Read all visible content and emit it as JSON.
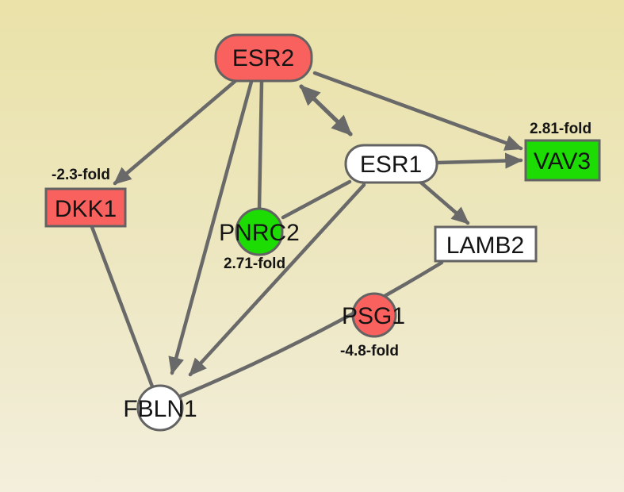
{
  "diagram": {
    "type": "gene-interaction-network",
    "nodes": [
      {
        "id": "ESR2",
        "label": "ESR2",
        "shape": "round-rect",
        "color_key": "downregulated_red",
        "fold_label": ""
      },
      {
        "id": "ESR1",
        "label": "ESR1",
        "shape": "round-rect",
        "color_key": "neutral_white",
        "fold_label": ""
      },
      {
        "id": "VAV3",
        "label": "VAV3",
        "shape": "rect",
        "color_key": "upregulated_green",
        "fold_label": "2.81-fold"
      },
      {
        "id": "DKK1",
        "label": "DKK1",
        "shape": "rect",
        "color_key": "downregulated_red",
        "fold_label": "-2.3-fold"
      },
      {
        "id": "PNRC2",
        "label": "PNRC2",
        "shape": "circle",
        "color_key": "upregulated_green",
        "fold_label": "2.71-fold"
      },
      {
        "id": "LAMB2",
        "label": "LAMB2",
        "shape": "rect",
        "color_key": "neutral_white",
        "fold_label": ""
      },
      {
        "id": "PSG1",
        "label": "PSG1",
        "shape": "circle",
        "color_key": "downregulated_red",
        "fold_label": "-4.8-fold"
      },
      {
        "id": "FBLN1",
        "label": "FBLN1",
        "shape": "circle",
        "color_key": "neutral_white",
        "fold_label": ""
      }
    ],
    "edges": [
      {
        "from": "ESR2",
        "to": "DKK1",
        "style": "arrow"
      },
      {
        "from": "ESR2",
        "to": "FBLN1",
        "style": "arrow"
      },
      {
        "from": "ESR2",
        "to": "PNRC2",
        "style": "line"
      },
      {
        "from": "ESR2",
        "to": "ESR1",
        "style": "double-arrow"
      },
      {
        "from": "ESR2",
        "to": "VAV3",
        "style": "arrow"
      },
      {
        "from": "ESR1",
        "to": "VAV3",
        "style": "arrow"
      },
      {
        "from": "ESR1",
        "to": "LAMB2",
        "style": "arrow"
      },
      {
        "from": "ESR1",
        "to": "FBLN1",
        "style": "arrow"
      },
      {
        "from": "ESR1",
        "to": "PNRC2",
        "style": "line"
      },
      {
        "from": "DKK1",
        "to": "FBLN1",
        "style": "line"
      },
      {
        "from": "LAMB2",
        "to": "FBLN1",
        "style": "line"
      }
    ],
    "colors": {
      "downregulated_red": "#F8615E",
      "upregulated_green": "#1CDC04",
      "neutral_white": "#FFFFFF",
      "edge_gray": "#696969",
      "node_border_gray": "#636363",
      "label_black": "#141414",
      "background_top": "#EAE2A8",
      "background_mid": "#EDE7C2",
      "background_bottom": "#F3EFDC"
    }
  }
}
